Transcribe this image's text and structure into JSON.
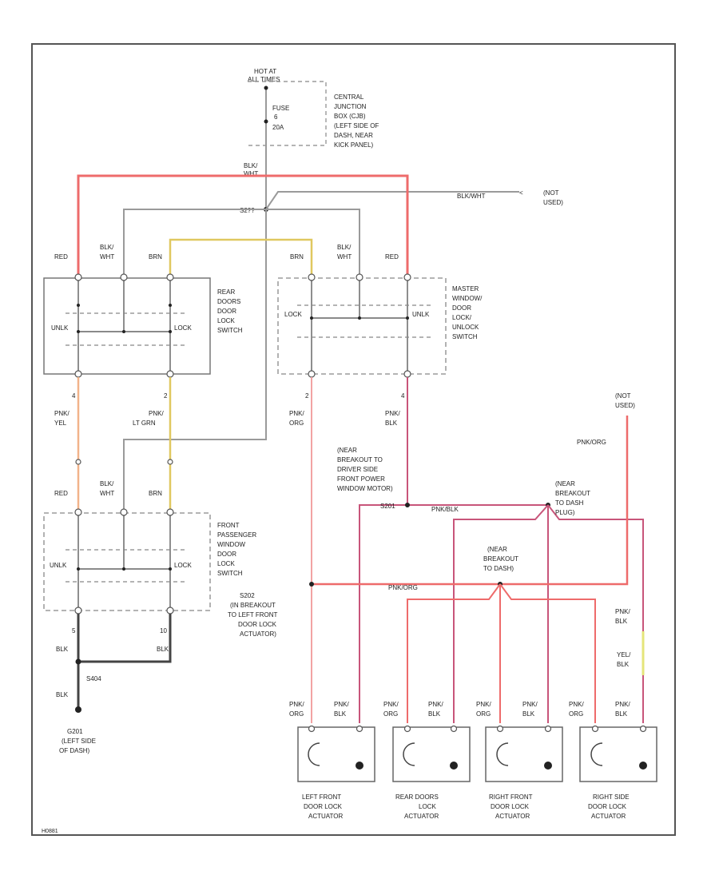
{
  "hot_at_all_times": [
    "HOT AT",
    "ALL TIMES"
  ],
  "fuse": [
    "FUSE",
    "6",
    "20A"
  ],
  "junction_box": [
    "CENTRAL",
    "JUNCTION",
    "BOX (CJB)",
    "(LEFT SIDE OF",
    "DASH, NEAR",
    "KICK PANEL)"
  ],
  "splice_top": "S2??",
  "not_used_top": [
    "(NOT",
    "USED)"
  ],
  "not_used_right": [
    "(NOT",
    "USED)"
  ],
  "wire_blkwht_top": [
    "BLK/",
    "WHT"
  ],
  "wire_mid_top": "BLK/WHT",
  "labels_pin": {
    "red": "RED",
    "blkwht": [
      "BLK/",
      "WHT"
    ],
    "brn": "BRN",
    "pnkyel": [
      "PNK/",
      "YEL"
    ],
    "pnkltgrn": [
      "PNK/",
      "LT GRN"
    ],
    "pnkorg": [
      "PNK/",
      "ORG"
    ],
    "pnkblk": [
      "PNK/",
      "BLK"
    ],
    "blk": "BLK",
    "yelblk": [
      "YEL/",
      "BLK"
    ],
    "pnkorg_inline": "PNK/ORG",
    "pnkblk_inline": "PNK/BLK"
  },
  "pins": {
    "p4": "4",
    "p2": "2",
    "p5": "5",
    "p10": "10"
  },
  "switches": {
    "rear": [
      "REAR",
      "DOORS",
      "DOOR",
      "LOCK",
      "SWITCH"
    ],
    "master": [
      "MASTER",
      "WINDOW/",
      "DOOR",
      "LOCK/",
      "UNLOCK",
      "SWITCH"
    ],
    "front_pass": [
      "FRONT",
      "PASSENGER",
      "WINDOW",
      "DOOR",
      "LOCK",
      "SWITCH"
    ]
  },
  "switch_pos": {
    "unlk": "UNLK",
    "lock": "LOCK"
  },
  "breakouts": {
    "driver": [
      "(NEAR",
      "BREAKOUT TO",
      "DRIVER SIDE",
      "FRONT POWER",
      "WINDOW MOTOR)"
    ],
    "dash_right": [
      "(NEAR",
      "BREAKOUT",
      "TO DASH",
      "PLUG)"
    ],
    "dash_center": [
      "(NEAR",
      "BREAKOUT",
      "TO DASH)"
    ],
    "left_front": [
      "S202",
      "(IN BREAKOUT",
      "TO LEFT FRONT",
      "DOOR LOCK",
      "ACTUATOR)"
    ],
    "splice_s2": "S201"
  },
  "ground": {
    "splice": "S404",
    "name": [
      "G201",
      "(LEFT SIDE",
      "OF DASH)"
    ]
  },
  "actuators": [
    {
      "label": [
        "LEFT FRONT",
        "DOOR LOCK",
        "ACTUATOR"
      ],
      "w1": [
        "PNK/",
        "ORG"
      ],
      "w2": [
        "PNK/",
        "BLK"
      ]
    },
    {
      "label": [
        "REAR DOORS",
        "LOCK",
        "ACTUATOR"
      ],
      "w1": [
        "PNK/",
        "ORG"
      ],
      "w2": [
        "PNK/",
        "BLK"
      ]
    },
    {
      "label": [
        "RIGHT FRONT",
        "DOOR LOCK",
        "ACTUATOR"
      ],
      "w1": [
        "PNK/",
        "ORG"
      ],
      "w2": [
        "PNK/",
        "BLK"
      ]
    },
    {
      "label": [
        "RIGHT SIDE",
        "DOOR LOCK",
        "ACTUATOR"
      ],
      "w1": [
        "PNK/",
        "ORG"
      ],
      "w2": [
        "PNK/",
        "BLK"
      ]
    }
  ],
  "footer_code": "H0881"
}
